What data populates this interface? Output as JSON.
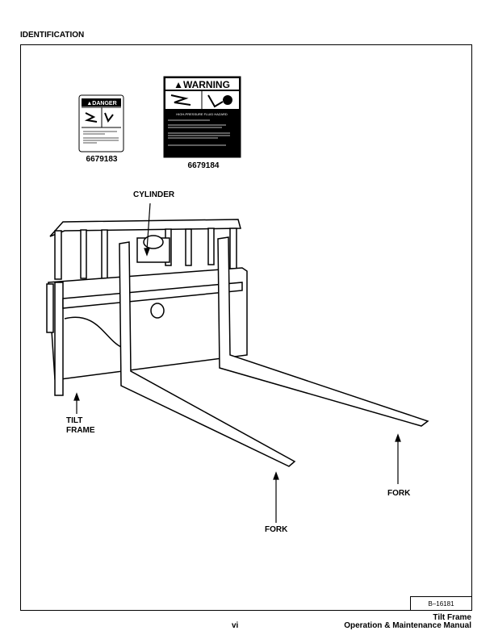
{
  "header": {
    "title": "IDENTIFICATION"
  },
  "decals": [
    {
      "part_number": "6679183",
      "signal_word": "DANGER"
    },
    {
      "part_number": "6679184",
      "signal_word": "WARNING",
      "hazard": "HIGH-PRESSURE FLUID HAZARD"
    }
  ],
  "callouts": {
    "cylinder": "CYLINDER",
    "tilt_frame_1": "TILT",
    "tilt_frame_2": "FRAME",
    "fork_right": "FORK",
    "fork_left": "FORK"
  },
  "figure_number": "B–16181",
  "footer": {
    "page_number": "vi",
    "title_line1": "Tilt Frame",
    "title_line2": "Operation & Maintenance Manual"
  }
}
